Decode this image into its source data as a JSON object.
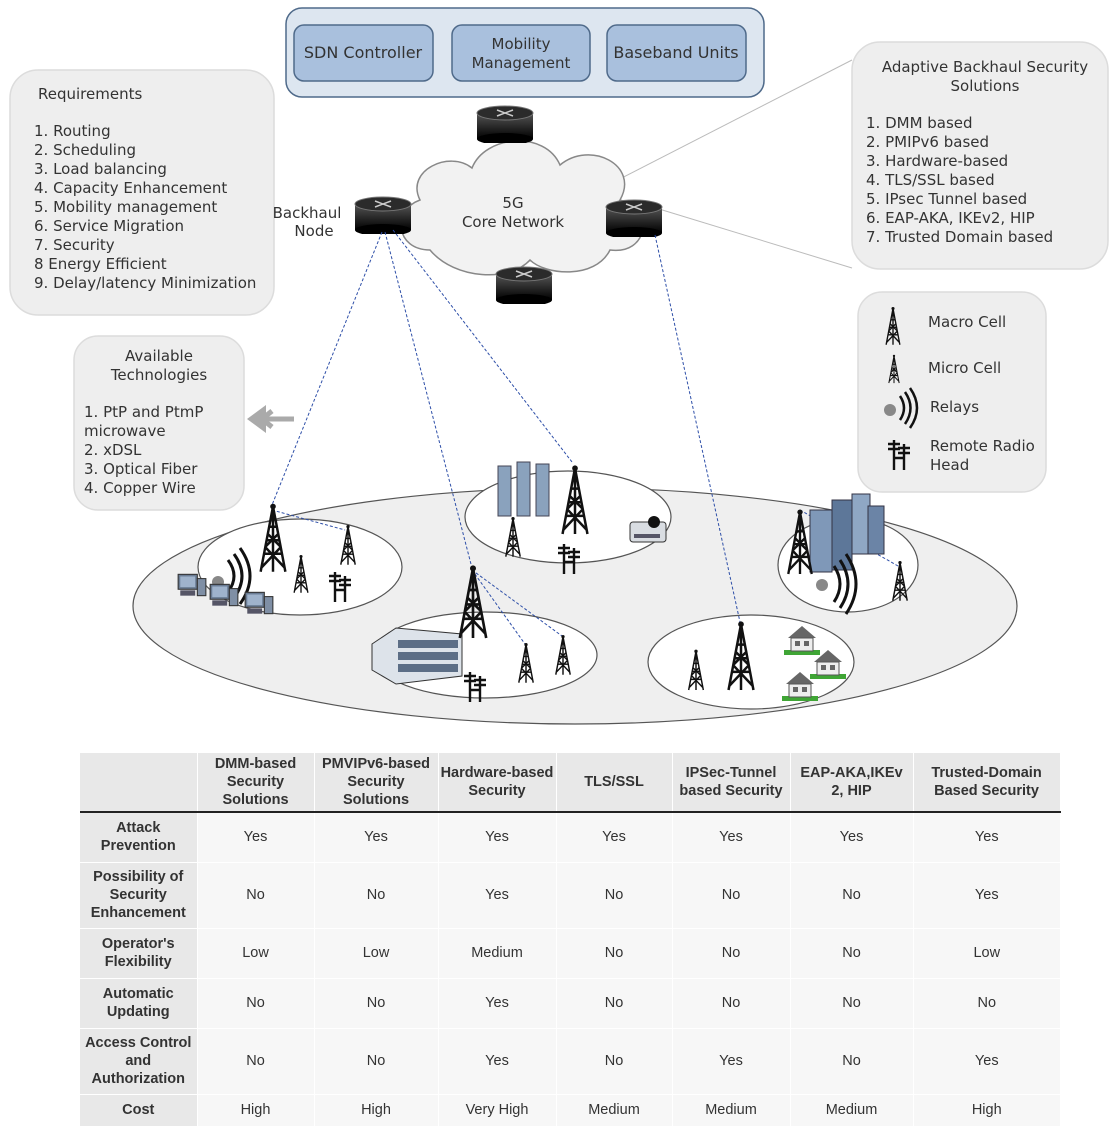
{
  "controller_box": {
    "items": [
      "SDN Controller",
      "Mobility Management",
      "Baseband Units"
    ]
  },
  "core": {
    "line1": "5G",
    "line2": "Core Network"
  },
  "backhaul_label": {
    "line1": "Backhaul",
    "line2": "Node"
  },
  "requirements": {
    "title": "Requirements",
    "items": [
      "1. Routing",
      "2. Scheduling",
      "3. Load balancing",
      "4. Capacity Enhancement",
      "5. Mobility management",
      "6. Service Migration",
      "7. Security",
      "8 Energy Efficient",
      "9. Delay/latency Minimization"
    ]
  },
  "security_solutions": {
    "title_line1": "Adaptive Backhaul Security",
    "title_line2": "Solutions",
    "items": [
      "1. DMM based",
      "2. PMIPv6 based",
      "3. Hardware-based",
      "4. TLS/SSL based",
      "5. IPsec Tunnel based",
      "6. EAP-AKA, IKEv2, HIP",
      "7. Trusted Domain based"
    ]
  },
  "technologies": {
    "title_line1": "Available",
    "title_line2": "Technologies",
    "items": [
      "1. PtP and PtmP",
      "microwave",
      "2. xDSL",
      "3. Optical Fiber",
      "4. Copper Wire"
    ]
  },
  "legend": {
    "macro": "Macro Cell",
    "micro": "Micro Cell",
    "relays": "Relays",
    "rrh_line1": "Remote Radio",
    "rrh_line2": "Head"
  },
  "table": {
    "headers": [
      "",
      "DMM-based Security Solutions",
      "PMVIPv6-based Security Solutions",
      "Hardware-based Security",
      "TLS/SSL",
      "IPSec-Tunnel based Security",
      "EAP-AKA,IKEv 2, HIP",
      "Trusted-Domain Based Security"
    ],
    "rows": [
      {
        "label": "Attack Prevention",
        "values": [
          "Yes",
          "Yes",
          "Yes",
          "Yes",
          "Yes",
          "Yes",
          "Yes"
        ]
      },
      {
        "label": "Possibility of Security Enhancement",
        "values": [
          "No",
          "No",
          "Yes",
          "No",
          "No",
          "No",
          "Yes"
        ]
      },
      {
        "label": "Operator's Flexibility",
        "values": [
          "Low",
          "Low",
          "Medium",
          "No",
          "No",
          "No",
          "Low"
        ]
      },
      {
        "label": "Automatic Updating",
        "values": [
          "No",
          "No",
          "Yes",
          "No",
          "No",
          "No",
          "No"
        ]
      },
      {
        "label": "Access Control and Authorization",
        "values": [
          "No",
          "No",
          "Yes",
          "No",
          "Yes",
          "No",
          "Yes"
        ]
      },
      {
        "label": "Cost",
        "values": [
          "High",
          "High",
          "Very High",
          "Medium",
          "Medium",
          "Medium",
          "High"
        ]
      }
    ]
  }
}
